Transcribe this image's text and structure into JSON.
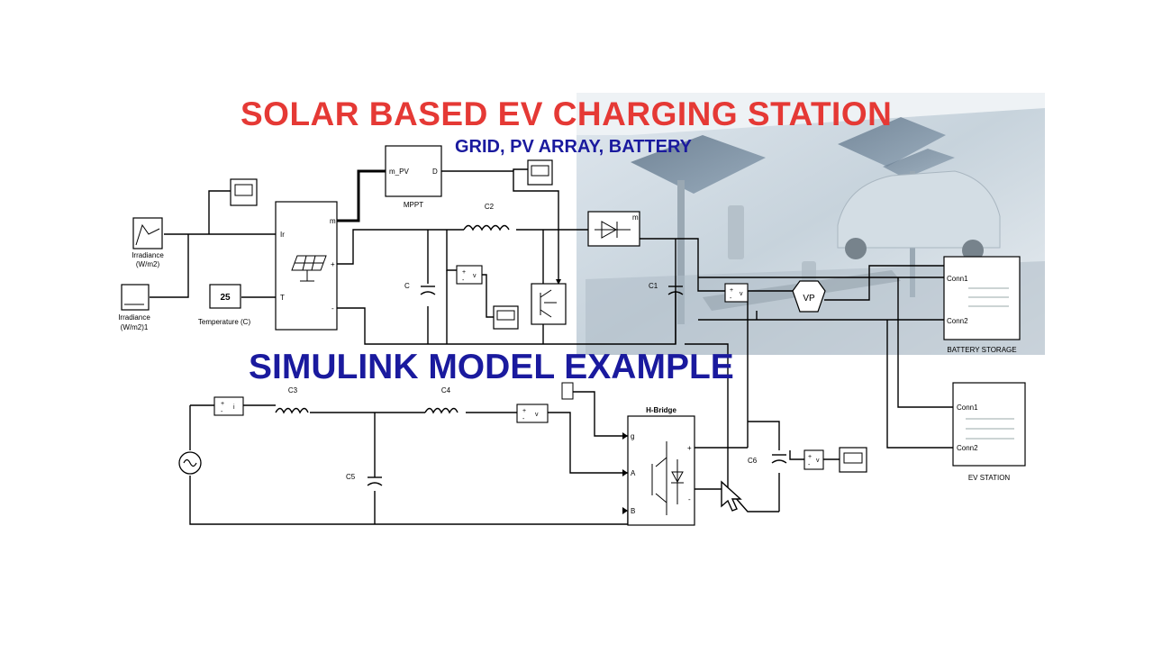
{
  "titles": {
    "main": "SOLAR BASED EV CHARGING STATION",
    "subtitle": "GRID, PV ARRAY, BATTERY",
    "example": "SIMULINK MODEL EXAMPLE"
  },
  "blocks": {
    "irradiance_label": "Irradiance",
    "irradiance_unit": "(W/m2)",
    "irradiance1_label": "Irradiance",
    "irradiance1_unit": "(W/m2)1",
    "temperature_value": "25",
    "temperature_label": "Temperature (C)",
    "pv_port_ir": "Ir",
    "pv_port_t": "T",
    "pv_port_m": "m",
    "pv_port_plus": "+",
    "pv_port_minus": "-",
    "mppt_in": "m_PV",
    "mppt_out": "D",
    "mppt_label": "MPPT",
    "c2_label": "C2",
    "c_label": "C",
    "c1_label": "C1",
    "c3_label": "C3",
    "c4_label": "C4",
    "c5_label": "C5",
    "c6_label": "C6",
    "hbridge_label": "H-Bridge",
    "hbridge_g": "g",
    "hbridge_a": "A",
    "hbridge_b": "B",
    "hbridge_plus": "+",
    "hbridge_minus": "-",
    "vp_label": "VP",
    "battery_label": "BATTERY STORAGE",
    "battery_conn1": "Conn1",
    "battery_conn2": "Conn2",
    "ev_label": "EV STATION",
    "ev_conn1": "Conn1",
    "ev_conn2": "Conn2",
    "diode_port_m": "m"
  },
  "colors": {
    "title_red": "#e53935",
    "title_blue": "#1a1a9e",
    "wire": "#000000",
    "photo_overlay": "#c9d6df"
  },
  "icons": [
    "scope-icon",
    "solar-panel-icon",
    "inductor-icon",
    "capacitor-icon",
    "igbt-icon",
    "diode-icon",
    "ac-source-icon",
    "mouse-cursor-icon"
  ]
}
